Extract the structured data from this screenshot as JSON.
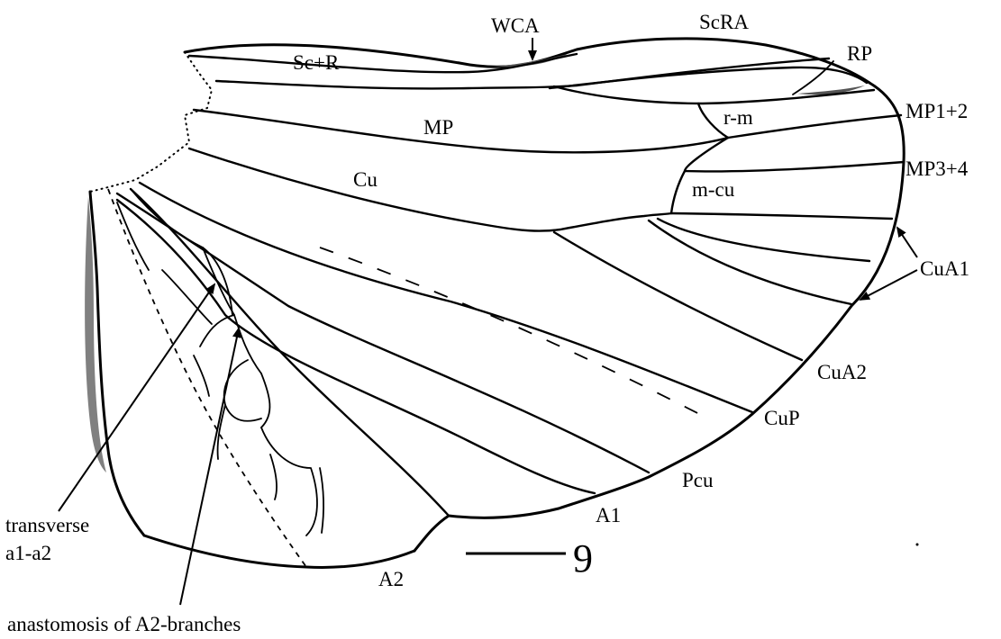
{
  "labels": {
    "wca": "WCA",
    "scra": "ScRA",
    "sc_r": "Sc+R",
    "rp": "RP",
    "mp": "MP",
    "r_m": "r-m",
    "mp1_2": "MP1+2",
    "mp3_4": "MP3+4",
    "cu": "Cu",
    "m_cu": "m-cu",
    "cua1": "CuA1",
    "cua2": "CuA2",
    "cup": "CuP",
    "pcu": "Pcu",
    "a1": "A1",
    "a2": "A2",
    "transverse_line1": "transverse",
    "transverse_line2": "a1-a2",
    "anastomosis": "anastomosis of A2-branches"
  },
  "figure_number": "9",
  "colors": {
    "ink": "#000000",
    "background": "#ffffff",
    "stipple": "#555555"
  }
}
